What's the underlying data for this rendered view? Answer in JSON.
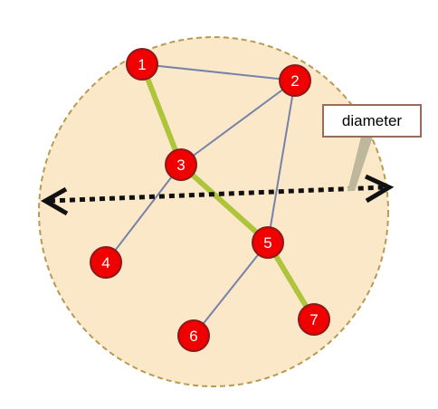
{
  "diagram": {
    "nodes": [
      {
        "id": "1",
        "label": "1"
      },
      {
        "id": "2",
        "label": "2"
      },
      {
        "id": "3",
        "label": "3"
      },
      {
        "id": "4",
        "label": "4"
      },
      {
        "id": "5",
        "label": "5"
      },
      {
        "id": "6",
        "label": "6"
      },
      {
        "id": "7",
        "label": "7"
      }
    ],
    "edges": [
      {
        "from": "1",
        "to": "2",
        "highlighted": false
      },
      {
        "from": "2",
        "to": "3",
        "highlighted": false
      },
      {
        "from": "2",
        "to": "5",
        "highlighted": false
      },
      {
        "from": "3",
        "to": "4",
        "highlighted": false
      },
      {
        "from": "5",
        "to": "6",
        "highlighted": false
      },
      {
        "from": "1",
        "to": "3",
        "highlighted": true
      },
      {
        "from": "3",
        "to": "5",
        "highlighted": true
      },
      {
        "from": "5",
        "to": "7",
        "highlighted": true
      }
    ],
    "callout": {
      "label": "diameter"
    },
    "colors": {
      "circle_fill": "#FBE8C8",
      "circle_border": "#B89A52",
      "node_fill": "#F00000",
      "node_border": "#8A1A1A",
      "edge": "#7683A8",
      "highlight_edge": "#AEC43B",
      "arrow": "#111111",
      "callout_border": "#9C6A5A",
      "callout_pointer": "#BDB79C"
    }
  }
}
